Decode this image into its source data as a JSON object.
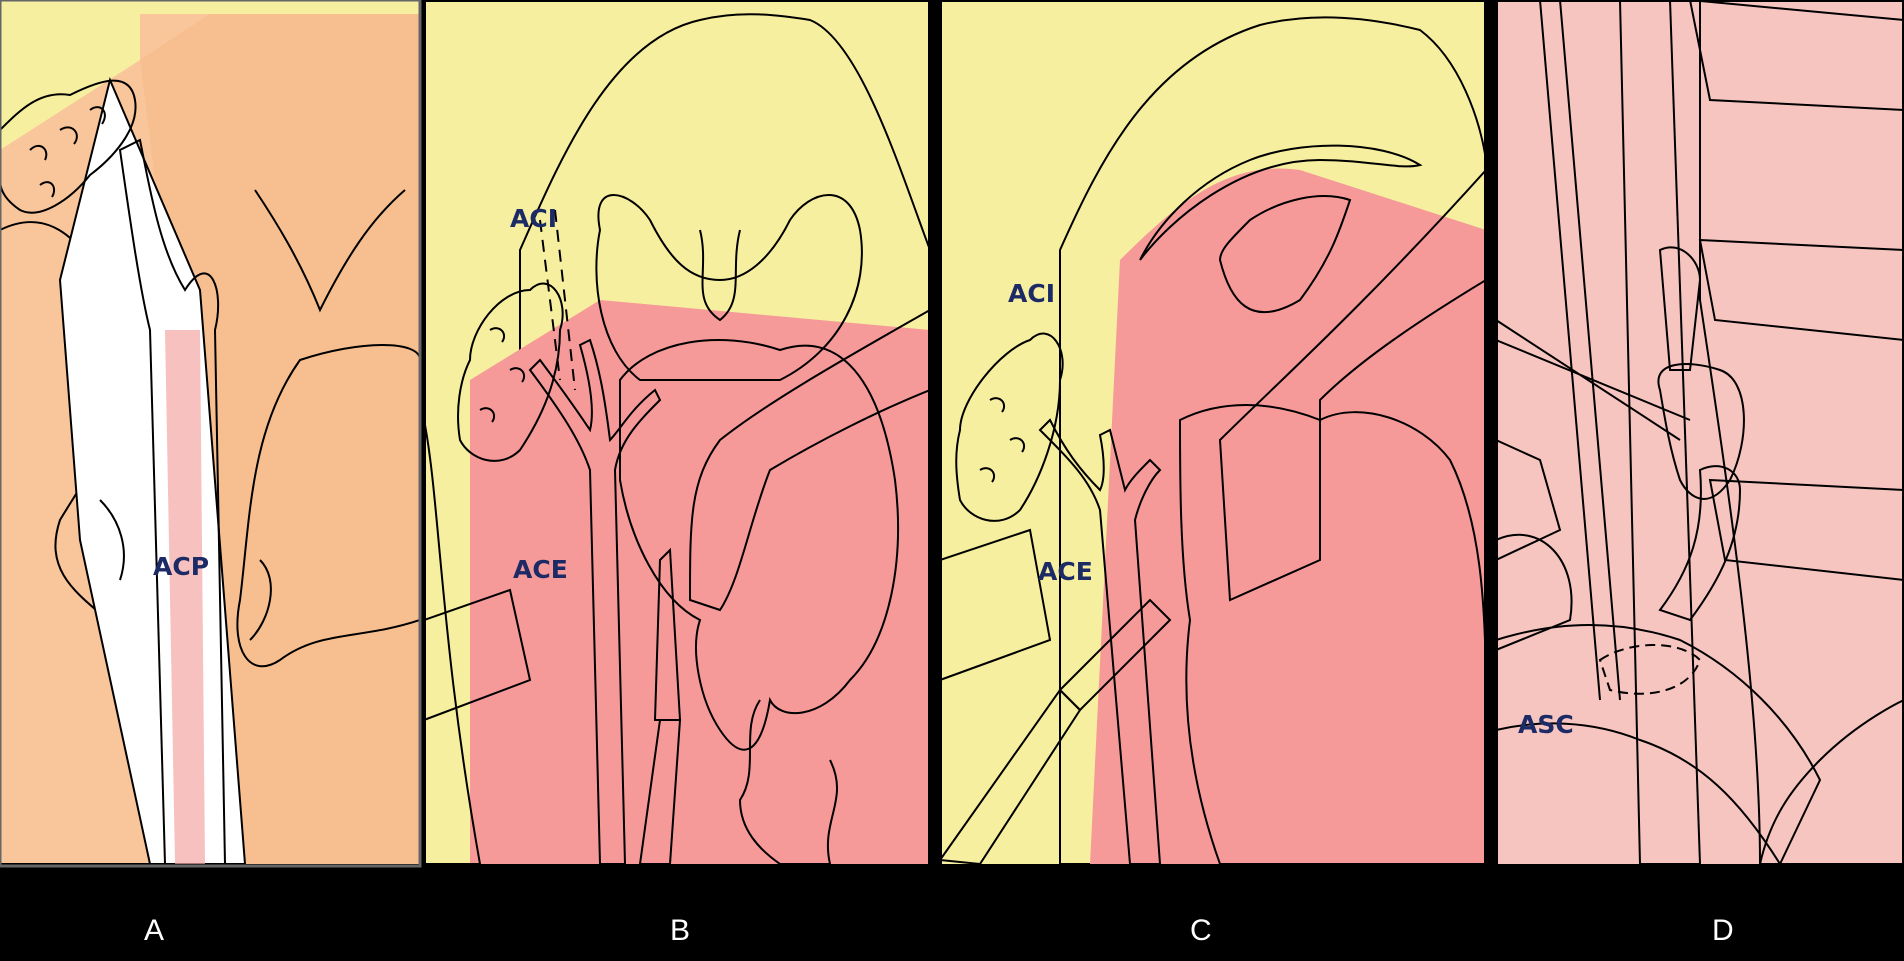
{
  "panels": [
    {
      "letter": "A",
      "labels": [
        "ACP"
      ]
    },
    {
      "letter": "B",
      "labels": [
        "ACI",
        "ACE"
      ]
    },
    {
      "letter": "C",
      "labels": [
        "ACI",
        "ACE"
      ]
    },
    {
      "letter": "D",
      "labels": [
        "ASC"
      ]
    }
  ],
  "colors": {
    "background": "#f7efa0",
    "tissue": "#f8bf8f",
    "mucosa": "#f59a98",
    "artery": "#e8311c",
    "retractor": "#a8a8a8",
    "gland": "#f7f07a",
    "label": "#1c2a66",
    "caption_bar": "#000000"
  }
}
